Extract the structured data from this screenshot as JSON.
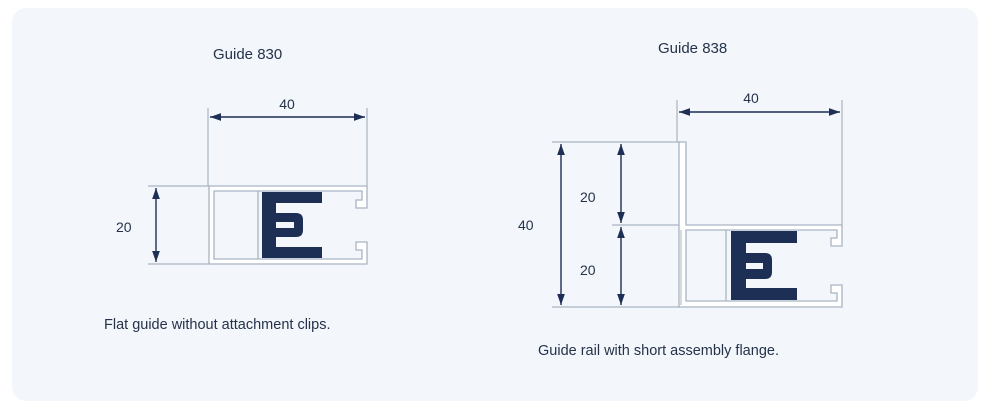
{
  "guide830": {
    "title": "Guide 830",
    "dim_width": "40",
    "dim_height": "20",
    "caption": "Flat guide without attachment clips."
  },
  "guide838": {
    "title": "Guide 838",
    "dim_width": "40",
    "dim_height_total": "40",
    "dim_height_upper": "20",
    "dim_height_lower": "20",
    "caption": "Guide rail with short assembly flange."
  },
  "colors": {
    "panel": "#f3f7fb",
    "line": "#a9b4c2",
    "profile": "#1d2f55",
    "text": "#25324a"
  }
}
